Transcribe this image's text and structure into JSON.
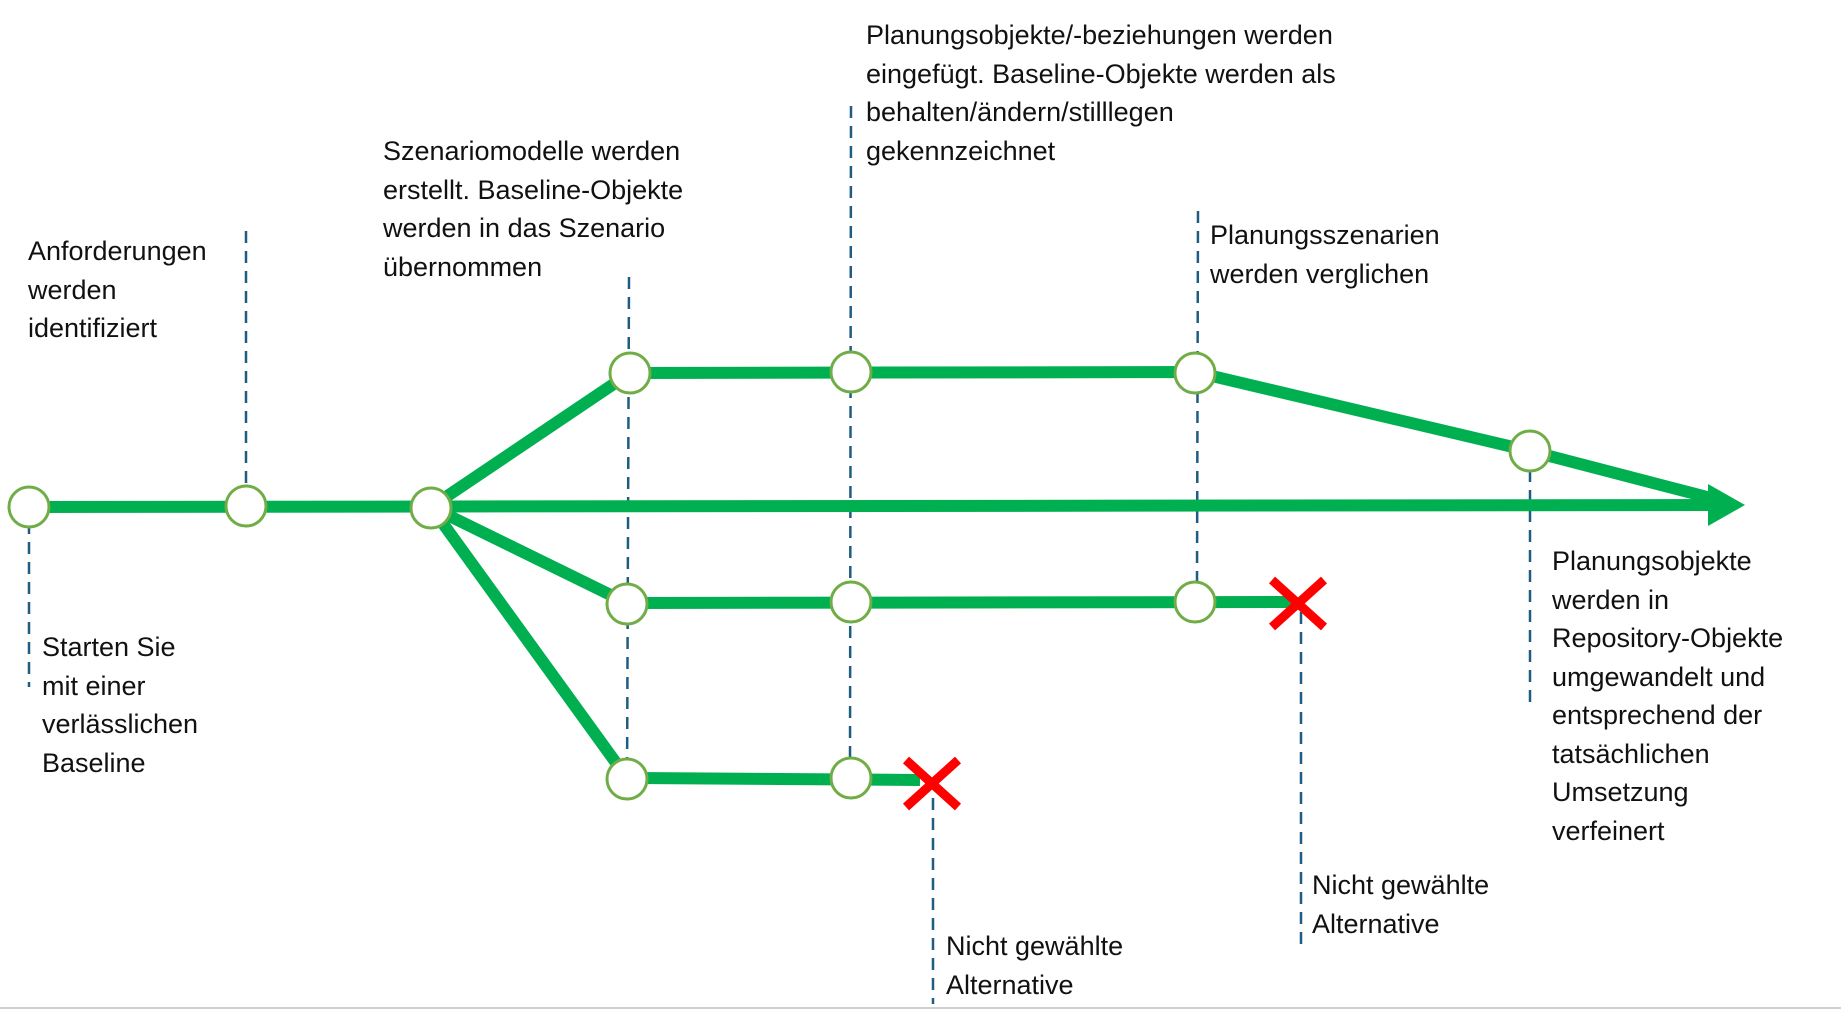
{
  "colors": {
    "path": "#00b050",
    "node_stroke": "#70ad47",
    "dash": "#1f5c82",
    "cross": "#ff0000"
  },
  "labels": {
    "baseline": [
      "Starten Sie",
      "mit einer",
      "verlässlichen",
      "Baseline"
    ],
    "requirements": [
      "Anforderungen",
      "werden",
      "identifiziert"
    ],
    "scenarios": [
      "Szenariomodelle werden",
      "erstellt. Baseline-Objekte",
      "werden in das Szenario",
      "übernommen"
    ],
    "planning": [
      "Planungsobjekte/-beziehungen werden",
      "eingefügt. Baseline-Objekte werden als",
      "behalten/ändern/stilllegen",
      "gekennzeichnet"
    ],
    "compare": [
      "Planungsszenarien",
      "werden verglichen"
    ],
    "convert": [
      "Planungsobjekte",
      "werden in",
      "Repository-Objekte",
      "umgewandelt und",
      "entsprechend der",
      "tatsächlichen",
      "Umsetzung",
      "verfeinert"
    ],
    "rejected1": [
      "Nicht gewählte",
      "Alternative"
    ],
    "rejected2": [
      "Nicht gewählte",
      "Alternative"
    ]
  }
}
